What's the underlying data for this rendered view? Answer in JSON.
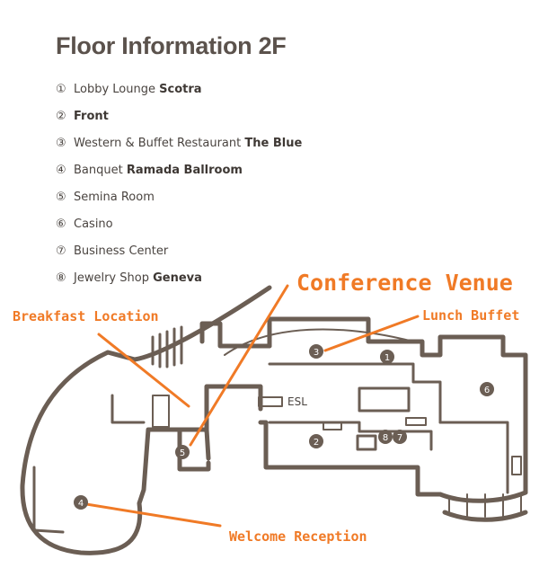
{
  "title": "Floor Information 2F",
  "floors": [
    {
      "num": "①",
      "pre": "Lobby Lounge ",
      "bold": "Scotra"
    },
    {
      "num": "②",
      "pre": "",
      "bold": "Front"
    },
    {
      "num": "③",
      "pre": "Western & Buffet Restaurant ",
      "bold": "The Blue"
    },
    {
      "num": "④",
      "pre": "Banquet ",
      "bold": "Ramada Ballroom"
    },
    {
      "num": "⑤",
      "pre": "Semina Room",
      "bold": ""
    },
    {
      "num": "⑥",
      "pre": "Casino",
      "bold": ""
    },
    {
      "num": "⑦",
      "pre": "Business Center",
      "bold": ""
    },
    {
      "num": "⑧",
      "pre": "Jewelry Shop ",
      "bold": "Geneva"
    }
  ],
  "annotations": {
    "breakfast": "Breakfast Location",
    "conference": "Conference Venue",
    "lunch": "Lunch Buffet",
    "welcome": "Welcome Reception"
  },
  "map_labels": {
    "esl": "ESL",
    "markers": [
      "1",
      "2",
      "3",
      "4",
      "5",
      "6",
      "7",
      "8"
    ]
  },
  "colors": {
    "wall": "#6b5e54",
    "marker": "#6b5e54",
    "annotation": "#f07a26"
  }
}
